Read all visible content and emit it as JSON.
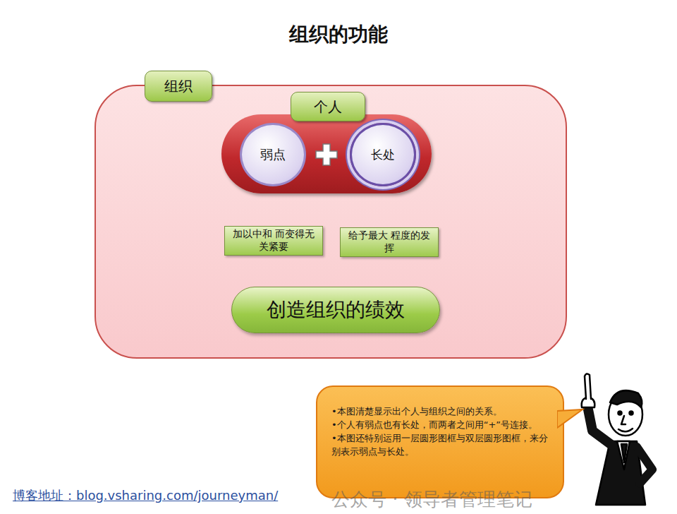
{
  "diagram": {
    "title": "组织的功能",
    "nodes": [
      {
        "text": [
          "组织"
        ]
      },
      {
        "text": [
          "个人"
        ],
        "in": 0
      },
      {
        "text": [
          "弱点"
        ],
        "in": 1
      },
      {
        "text": [
          "长处"
        ],
        "in": 1
      },
      {
        "text": [
          "加以中和 而变得无关紧要"
        ],
        "in": 0
      },
      {
        "text": [
          "给予最大 程度的发挥"
        ],
        "in": 0
      },
      {
        "text": [
          "创造组织的绩效"
        ],
        "in": 0
      },
      {
        "text": [
          "•本图清楚显示出个人与组织之间的关系。",
          "•个人有弱点也有长处，而两者之间用“+”号连接。",
          "•本图还特别运用一层圆形图框与双层圆形图框，来分别表示弱点与长处。"
        ]
      }
    ],
    "edges": [
      {
        "from": 2,
        "to": 4,
        "arrow": "to"
      },
      {
        "from": 3,
        "to": 5,
        "arrow": "to"
      },
      {
        "from": 4,
        "to": 6,
        "arrow": "to"
      },
      {
        "from": 5,
        "to": 6,
        "arrow": "to"
      }
    ],
    "labels": [
      "博客地址：blog.vsharing.com/journeyman/",
      "公众号 · 领导者管理笔记"
    ]
  }
}
